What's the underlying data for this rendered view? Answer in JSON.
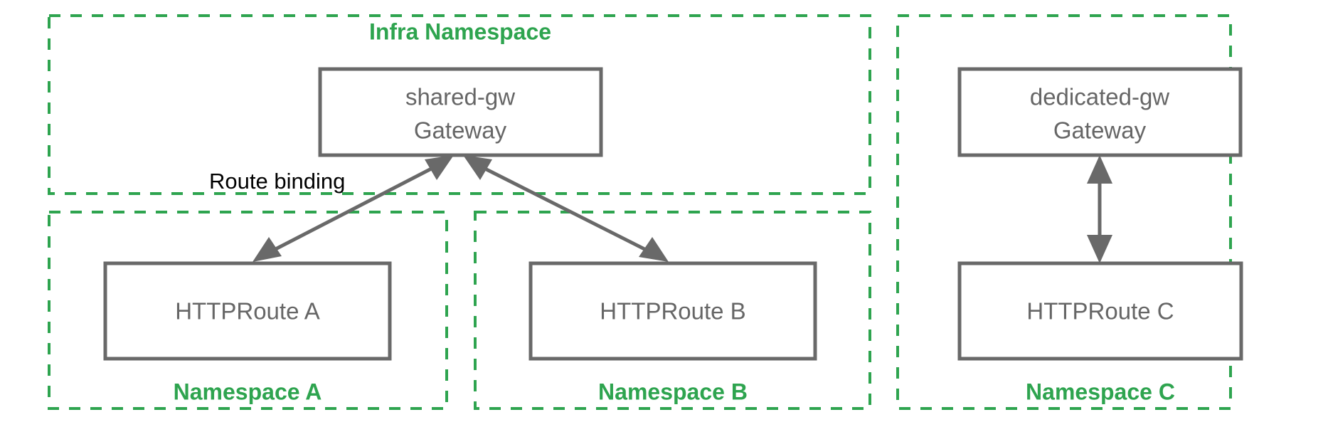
{
  "diagram": {
    "title_hidden": "",
    "colors": {
      "namespace_green": "#2ea44f",
      "node_gray": "#696969",
      "label_gray": "#666666",
      "edge_label_black": "#000000",
      "background": "#ffffff"
    },
    "namespaces": [
      {
        "id": "infra",
        "label": "Infra Namespace",
        "label_position": "top-center"
      },
      {
        "id": "ns-a",
        "label": "Namespace A",
        "label_position": "bottom-center"
      },
      {
        "id": "ns-b",
        "label": "Namespace B",
        "label_position": "bottom-center"
      },
      {
        "id": "ns-c",
        "label": "Namespace C",
        "label_position": "bottom-center"
      }
    ],
    "nodes": [
      {
        "id": "shared-gw",
        "line1": "shared-gw",
        "line2": "Gateway",
        "namespace": "infra"
      },
      {
        "id": "dedicated-gw",
        "line1": "dedicated-gw",
        "line2": "Gateway",
        "namespace": "ns-c"
      },
      {
        "id": "httproute-a",
        "line1": "HTTPRoute A",
        "line2": "",
        "namespace": "ns-a"
      },
      {
        "id": "httproute-b",
        "line1": "HTTPRoute B",
        "line2": "",
        "namespace": "ns-b"
      },
      {
        "id": "httproute-c",
        "line1": "HTTPRoute C",
        "line2": "",
        "namespace": "ns-c"
      }
    ],
    "edges": [
      {
        "id": "edge-a",
        "from": "httproute-a",
        "to": "shared-gw",
        "label": "Route binding",
        "arrows": "both"
      },
      {
        "id": "edge-b",
        "from": "httproute-b",
        "to": "shared-gw",
        "label": "",
        "arrows": "both"
      },
      {
        "id": "edge-c",
        "from": "httproute-c",
        "to": "dedicated-gw",
        "label": "",
        "arrows": "both"
      }
    ]
  }
}
